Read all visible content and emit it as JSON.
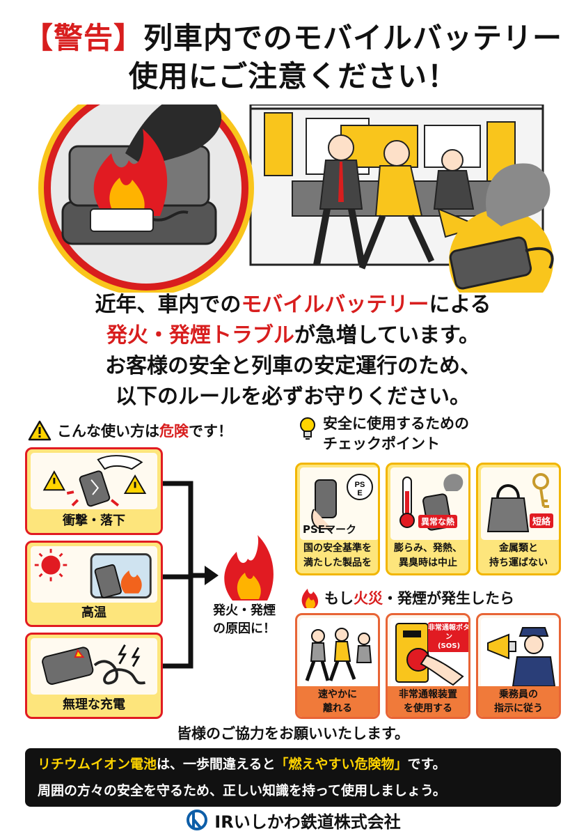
{
  "title": {
    "tag": "【警告】",
    "line1": "列車内でのモバイルバッテリー",
    "line2": "使用にご注意ください！"
  },
  "intro": {
    "l1a": "近年、車内での",
    "l1b": "モバイルバッテリー",
    "l1c": "による",
    "l2a": "発火・発煙トラブル",
    "l2b": "が急増しています。",
    "l3": "お客様の安全と列車の安定運行のため、",
    "l4": "以下のルールを必ずお守りください。"
  },
  "danger": {
    "head_a": "こんな使い方は",
    "head_b": "危険",
    "head_c": "です！",
    "items": [
      {
        "label": "衝撃・落下",
        "icon": "drop-impact-icon"
      },
      {
        "label": "高温",
        "icon": "heat-sun-icon"
      },
      {
        "label": "無理な充電",
        "icon": "overcharge-icon"
      }
    ],
    "cause_l1": "発火・発煙",
    "cause_l2": "の原因に！"
  },
  "safety": {
    "head_l1": "安全に使用するための",
    "head_l2": "チェックポイント",
    "items": [
      {
        "tag": "PSEマーク",
        "l1": "国の安全基準を",
        "l2": "満たした製品を",
        "mark": "PS E"
      },
      {
        "tag": "異常な熱",
        "l1": "膨らみ、発熱、",
        "l2": "異臭時は中止"
      },
      {
        "tag": "短絡",
        "l1": "金属類と",
        "l2": "持ち運ばない"
      }
    ]
  },
  "fire": {
    "head_a": "もし",
    "head_b": "火災",
    "head_c": "・発煙が発生したら",
    "items": [
      {
        "l1": "速やかに",
        "l2": "離れる"
      },
      {
        "l1": "非常通報装置",
        "l2": "を使用する",
        "button": "非常通報ボタン",
        "sos": "(SOS)"
      },
      {
        "l1": "乗務員の",
        "l2": "指示に従う"
      }
    ]
  },
  "thanks": "皆様のご協力をお願いいたします。",
  "banner": {
    "l1a": "リチウムイオン電池",
    "l1b": "は、一歩間違えると",
    "l1c": "「燃えやすい危険物」",
    "l1d": "です。",
    "l2": "周囲の方々の安全を守るため、正しい知識を持って使用しましょう。"
  },
  "footer": {
    "company": "IRいしかわ鉄道株式会社"
  },
  "colors": {
    "red": "#d81e1e",
    "yellow": "#fde57c",
    "orange": "#f07a3a",
    "black": "#111111"
  }
}
